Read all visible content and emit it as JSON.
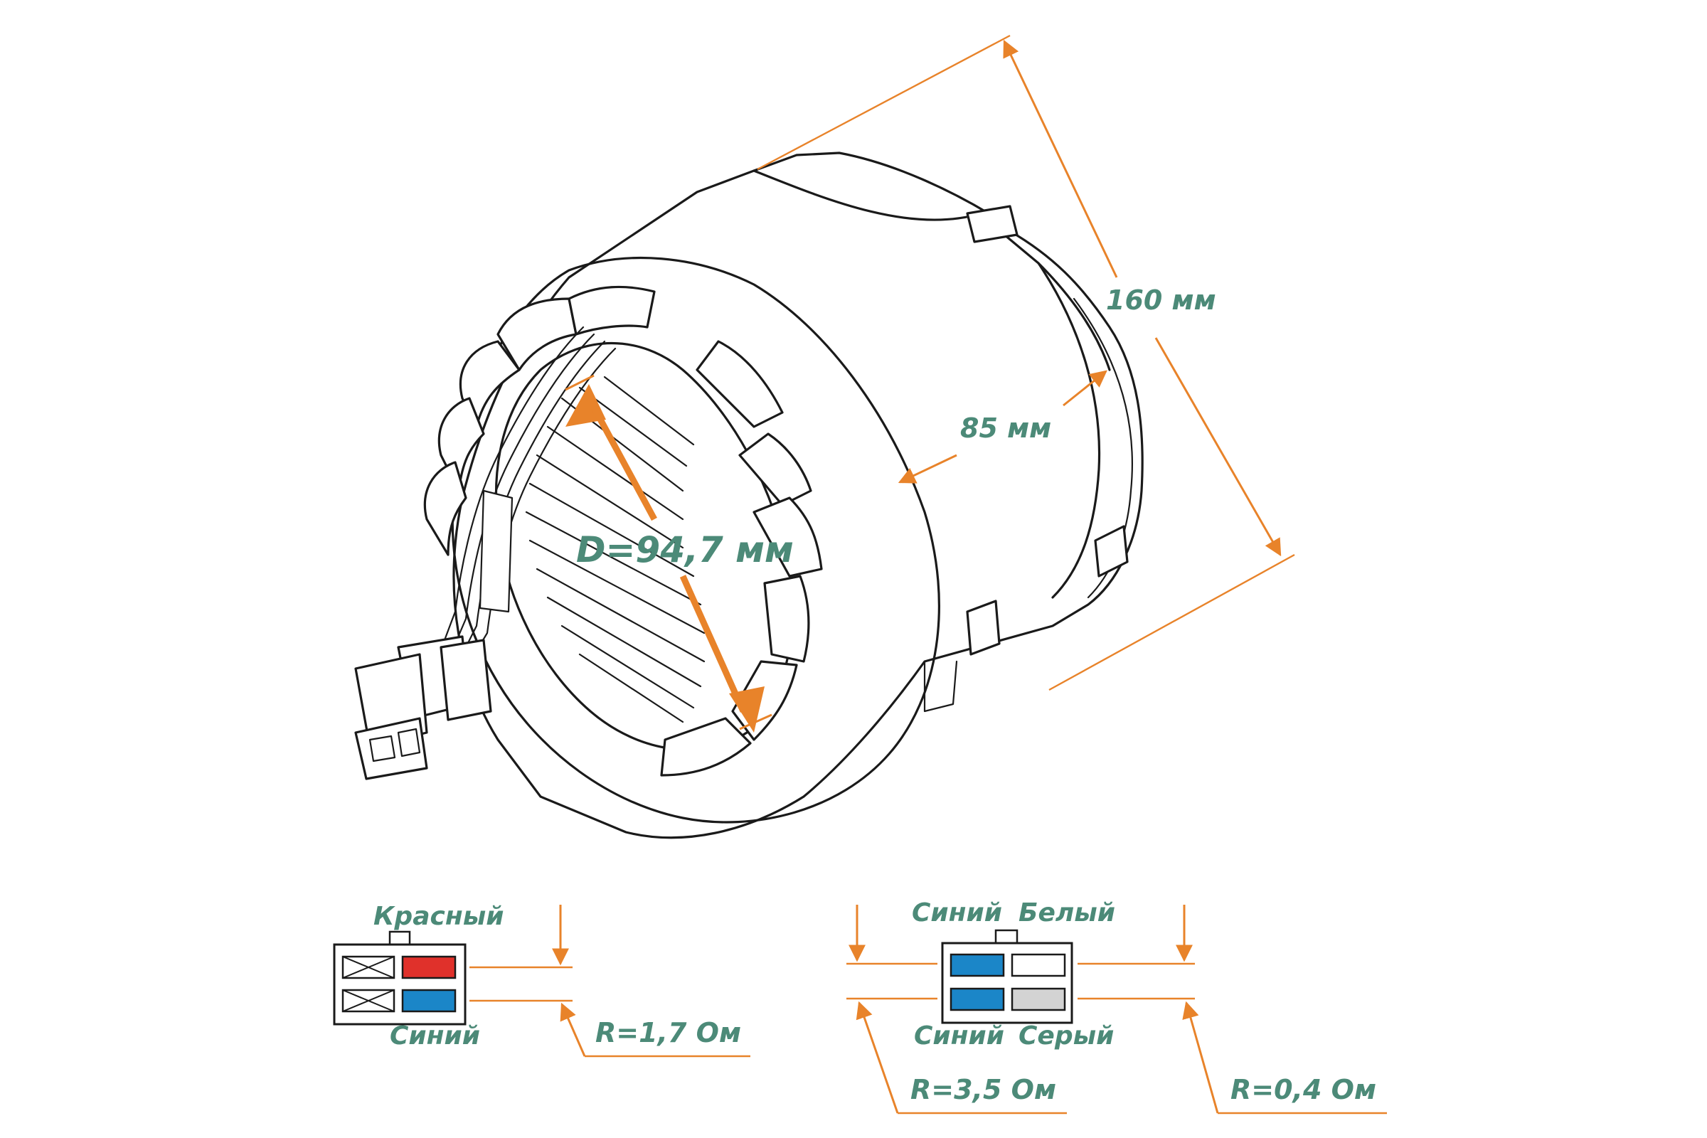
{
  "dimensions": {
    "length": "160 мм",
    "width": "85 мм",
    "diameter": "D=94,7 мм"
  },
  "connector_left": {
    "top_label": "Красный",
    "bottom_label": "Синий",
    "resistance": "R=1,7 Ом",
    "pins": [
      {
        "position": "top-left",
        "type": "crossed"
      },
      {
        "position": "top-right",
        "color": "#e0312b"
      },
      {
        "position": "bottom-left",
        "type": "crossed"
      },
      {
        "position": "bottom-right",
        "color": "#1b86c8"
      }
    ]
  },
  "connector_right": {
    "top_labels": [
      "Синий",
      "Белый"
    ],
    "bottom_labels": [
      "Синий",
      "Серый"
    ],
    "resistance_left": "R=3,5 Ом",
    "resistance_right": "R=0,4 Ом",
    "pins": [
      {
        "position": "top-left",
        "color": "#1b86c8"
      },
      {
        "position": "top-right",
        "color": "#ffffff"
      },
      {
        "position": "bottom-left",
        "color": "#1b86c8"
      },
      {
        "position": "bottom-right",
        "color": "#d3d3d3"
      }
    ]
  },
  "colors": {
    "dimension_lines": "#e8832a",
    "labels": "#4c8a78",
    "outline": "#1a1a1a"
  }
}
